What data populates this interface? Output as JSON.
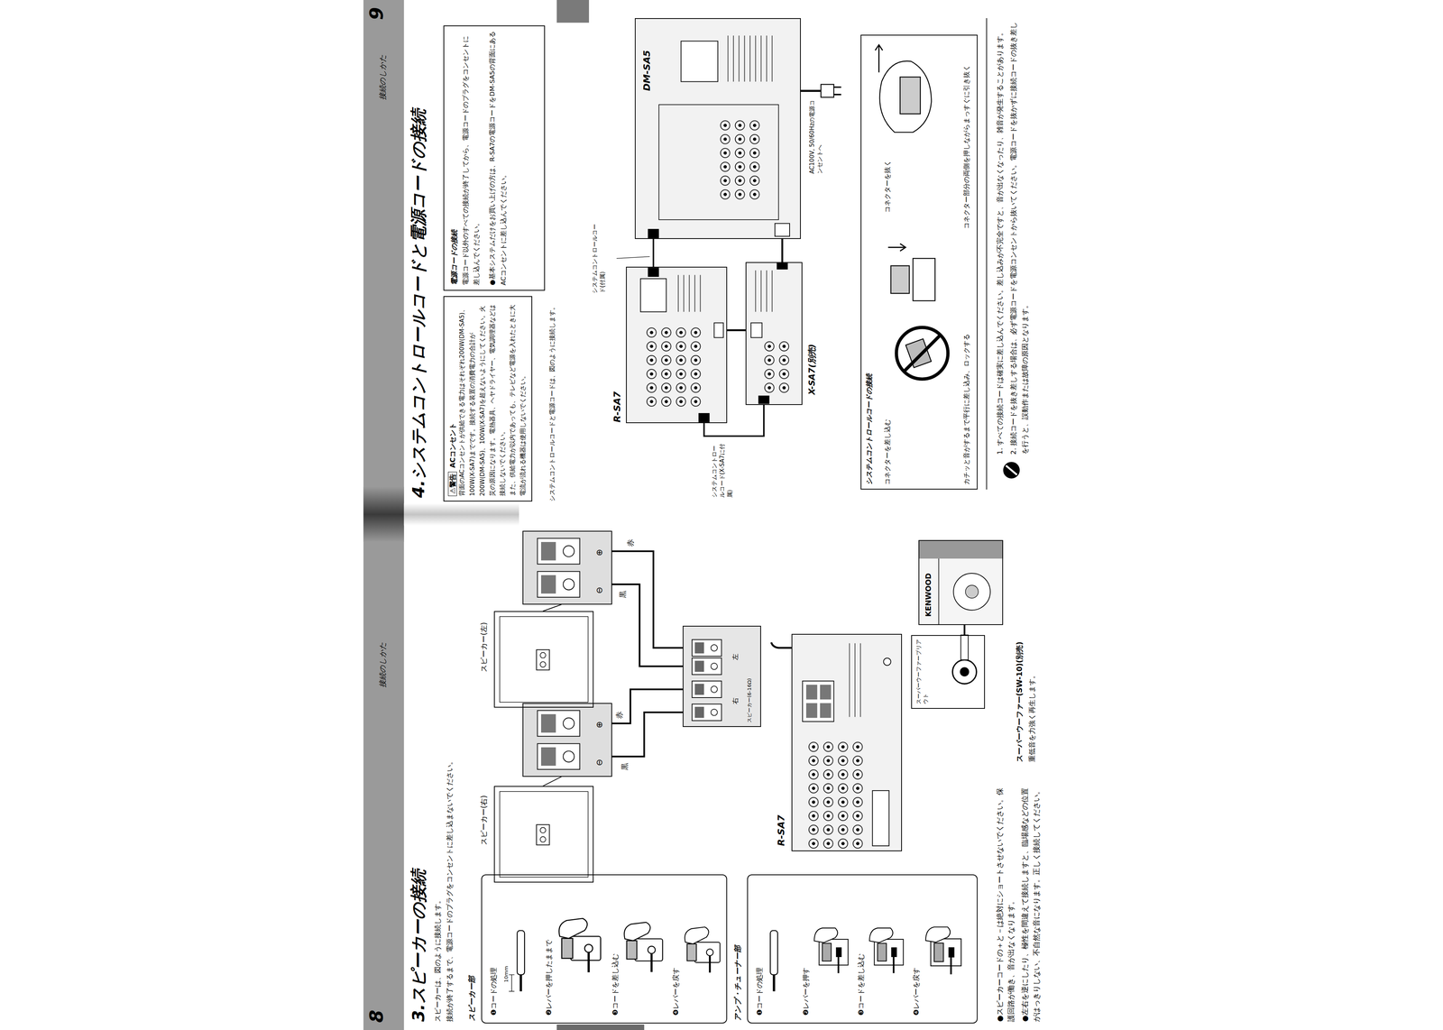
{
  "diagram": {
    "nodes": [
      {
        "text": [
          "スピーカー部",
          "❶コードの処理",
          "10mm",
          "❷レバーを押したままで",
          "❸コードを差し込む",
          "❹レバーを戻す"
        ]
      },
      {
        "text": [
          "アンプ・チューナー部",
          "❶コードの処理",
          "❷レバーを押す",
          "❸コードを差し込む",
          "❹レバーを戻す"
        ]
      },
      {
        "text": [
          "スピーカー(右)"
        ]
      },
      {
        "text": [
          "スピーカー(左)"
        ]
      },
      {
        "text": [
          "⊖",
          "⊕"
        ]
      },
      {
        "text": [
          "⊖",
          "⊕"
        ]
      },
      {
        "text": [
          "スピーカー(6-16Ω)",
          "右",
          "左"
        ]
      },
      {
        "text": [
          "R-SA7"
        ]
      },
      {
        "text": [
          "スーパーウーファープリアウト"
        ]
      },
      {
        "text": [
          "KENWOOD",
          "スーパーウーファー(SW-10)(別売)",
          "重低音を力強く再生します。"
        ]
      },
      {
        "text": [
          "⚠警告",
          "ACコンセント",
          "背面のACコンセントが供給できる電力はそれぞれ200W(DM-SA5)、100W(X-SA7)までです。接続する装置の消費電力の合計が200W(DM-SA5)、100W(X-SA7)を超えないようにしてください。火災の原因になります。電熱器具、ヘヤドライヤー、電気調理器などは接続しないでください。",
          "また、供給電力が以内であっても、テレビなど電源を入れたときに大電流が流れる機器は使用しないでください。"
        ]
      },
      {
        "text": [
          "電源コードの接続",
          "電源コード以外のすべての接続が終了してから、電源コードのプラグをコンセントに差し込んでください。",
          "●基本システムだけをお買い上げの方は、R-SA7の電源コードをDM-SA5の背面にあるACコンセントに差し込んでください。"
        ]
      },
      {
        "text": [
          "R-SA7"
        ]
      },
      {
        "text": [
          "X-SA7(別売)"
        ]
      },
      {
        "text": [
          "DM-SA5"
        ]
      },
      {
        "text": [
          "システムコントロールコードの接続",
          "コネクターを差し込む",
          "カチッと音がするまで平行に差し込み、ロックする",
          "コネクターを抜く",
          "コネクター部分の両側を押しながらまっすぐに引き抜く"
        ]
      }
    ],
    "edges": [
      {
        "from": 2,
        "to": 4,
        "arrow": "none"
      },
      {
        "from": 3,
        "to": 5,
        "arrow": "none"
      },
      {
        "from": 4,
        "to": 6,
        "arrow": "none"
      },
      {
        "from": 4,
        "to": 6,
        "arrow": "none"
      },
      {
        "from": 5,
        "to": 6,
        "arrow": "none"
      },
      {
        "from": 5,
        "to": 6,
        "arrow": "none"
      },
      {
        "from": 8,
        "to": 9,
        "arrow": "none"
      },
      {
        "from": 12,
        "to": 14,
        "arrow": "none"
      },
      {
        "from": 12,
        "to": 13,
        "arrow": "none"
      },
      {
        "from": 12,
        "to": 13,
        "arrow": "none"
      },
      {
        "from": 13,
        "to": 14,
        "arrow": "none"
      }
    ],
    "labels": [
      "8",
      "接続のしかた",
      "9",
      "接続のしかた",
      "3.スピーカーの接続",
      "スピーカーは、図のように接続します。",
      "接続が終了するまで、電源コードのプラグをコンセントに差し込まないでください。",
      "黒",
      "赤",
      "黒",
      "赤",
      "●スピーカーコードの＋と－は絶対にショートさせないでください。保護回路が働き、音が出なくなります。",
      "●左右を逆にしたり、極性を間違えて接続しますと、臨場感などの位置がはっきりしない、不自然な音になります。正しく接続してください。",
      "4.システムコントロールコードと電源コードの接続",
      "システムコントロールコードと電源コードは、図のように接続します。",
      "システムコントロールコード(付属)",
      "システムコントロールコード(X-SA7に付属)",
      "AC100V, 50/60Hzの電源コンセントへ",
      "1. すべての接続コードは確実に差し込んでください。差し込みが不完全ですと、音が出なくなったり、雑音が発生することがあります。",
      "2. 接続コードを抜き差しする場合は、必ず電源コードを電源コンセントから抜いてください。電源コードを抜かずに接続コードの抜き差しを行うと、誤動作または故障の原因となります。"
    ]
  }
}
